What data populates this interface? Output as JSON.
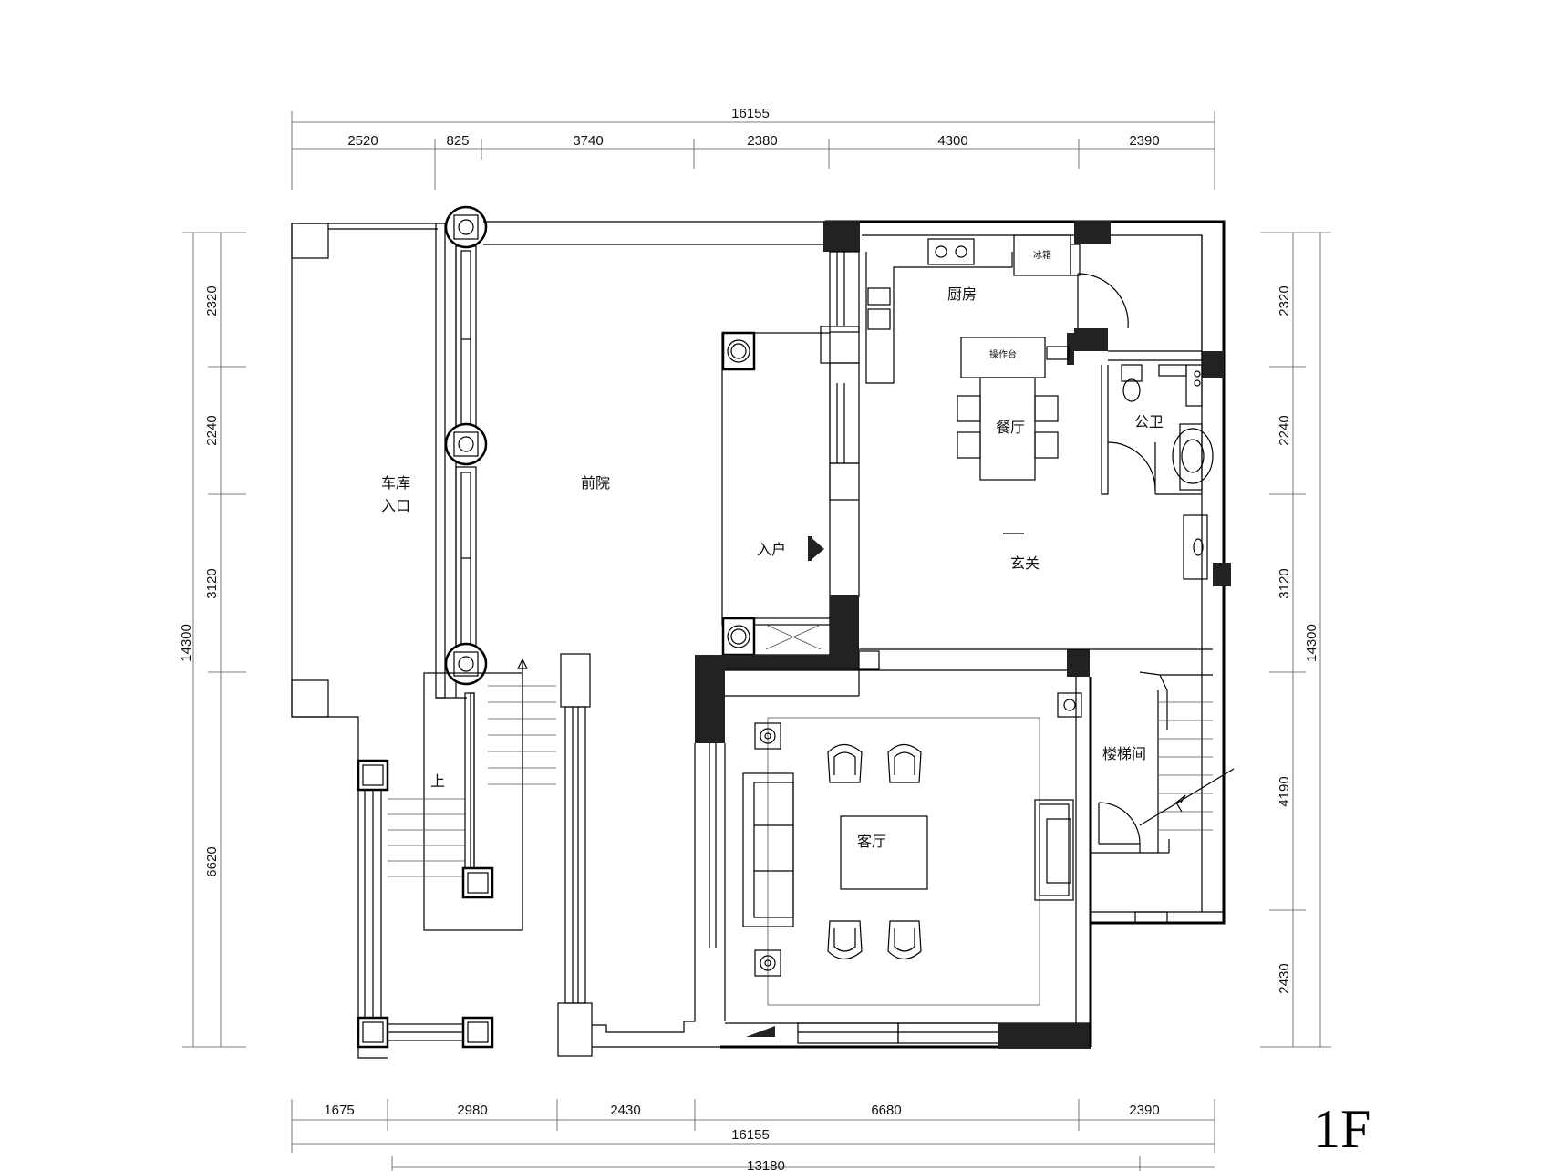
{
  "floor_label": "1F",
  "rooms": {
    "garage_entry_line1": "车库",
    "garage_entry_line2": "入口",
    "front_yard": "前院",
    "entrance": "入户",
    "kitchen": "厨房",
    "dining": "餐厅",
    "counter": "操作台",
    "fridge": "冰箱",
    "public_wc": "公卫",
    "foyer": "玄关",
    "living": "客厅",
    "stairwell": "楼梯间",
    "stairs_up": "上"
  },
  "dimensions": {
    "top_total": "16155",
    "top": [
      "2520",
      "825",
      "3740",
      "2380",
      "4300",
      "2390"
    ],
    "bottom": [
      "1675",
      "2980",
      "2430",
      "6680",
      "2390"
    ],
    "bottom_total": "16155",
    "bottom_total2": "13180",
    "left_total": "14300",
    "left": [
      "2320",
      "2240",
      "3120",
      "6620"
    ],
    "right_total": "14300",
    "right": [
      "2320",
      "2240",
      "3120",
      "4190",
      "2430"
    ]
  }
}
